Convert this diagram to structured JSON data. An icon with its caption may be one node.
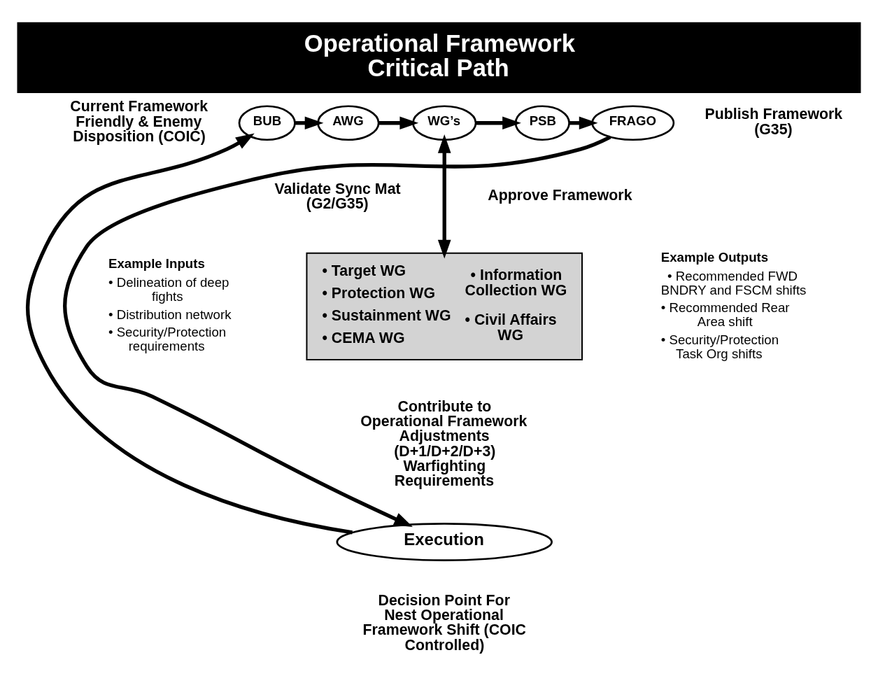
{
  "diagram": {
    "title": "Operational Framework Critical Path",
    "nodes": [
      {
        "text": [
          "BUB"
        ],
        "beside": [
          "Current Framework Friendly & Enemy Disposition (COIC)"
        ]
      },
      {
        "text": [
          "AWG"
        ],
        "beside": [
          "Validate Sync Mat (G2/G35)"
        ]
      },
      {
        "text": [
          "WG’s"
        ]
      },
      {
        "text": [
          "PSB"
        ],
        "beside": [
          "Approve Framework"
        ]
      },
      {
        "text": [
          "FRAGO"
        ],
        "beside": [
          "Publish Framework (G35)"
        ]
      },
      {
        "text": [
          "• Target WG",
          "• Protection WG",
          "• Sustainment WG",
          "• CEMA WG",
          "• Information Collection WG",
          "• Civil Affairs WG"
        ],
        "beside": [
          "Contribute to Operational Framework Adjustments (D+1/D+2/D+3) Warfighting Requirements"
        ]
      },
      {
        "text": [
          "Execution"
        ],
        "beside": [
          "Decision Point For Nest Operational Framework Shift (COIC Controlled)"
        ]
      }
    ],
    "edges": [
      {
        "from": 0,
        "to": 1,
        "arrow": "to"
      },
      {
        "from": 1,
        "to": 2,
        "arrow": "to"
      },
      {
        "from": 2,
        "to": 3,
        "arrow": "to"
      },
      {
        "from": 3,
        "to": 4,
        "arrow": "to"
      },
      {
        "from": 2,
        "to": 5,
        "arrow": "both"
      },
      {
        "from": 4,
        "to": 6,
        "arrow": "to"
      },
      {
        "from": 6,
        "to": 0,
        "arrow": "to"
      }
    ],
    "labels": [
      "Example Inputs",
      "• Delineation of deep fights",
      "• Distribution network",
      "• Security/Protection requirements",
      "Example Outputs",
      "• Recommended FWD BNDRY and FSCM shifts",
      "• Recommended Rear Area shift",
      "• Security/Protection Task Org shifts"
    ]
  }
}
